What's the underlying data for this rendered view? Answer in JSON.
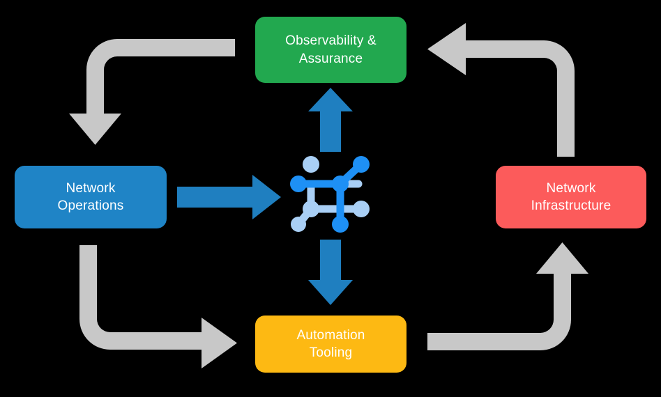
{
  "diagram": {
    "title": "Network automation lifecycle loop",
    "background_color": "#000000",
    "nodes": [
      {
        "id": "observability",
        "label": "Observability &\nAssurance",
        "color": "#22A84F",
        "position": "top"
      },
      {
        "id": "operations",
        "label": "Network\nOperations",
        "color": "#1F84C6",
        "position": "left"
      },
      {
        "id": "infrastructure",
        "label": "Network\nInfrastructure",
        "color": "#FC5B5B",
        "position": "right"
      },
      {
        "id": "automation",
        "label": "Automation\nTooling",
        "color": "#FDB913",
        "position": "bottom"
      }
    ],
    "hub": {
      "name": "network-topology-icon",
      "color_primary": "#1E90F5",
      "color_secondary": "#A9CFF5"
    },
    "connectors": [
      {
        "id": "ops-to-hub",
        "type": "straight",
        "direction": "right",
        "color": "#1F7FC0"
      },
      {
        "id": "hub-to-observability",
        "type": "straight",
        "direction": "up",
        "color": "#1F7FC0"
      },
      {
        "id": "hub-to-automation",
        "type": "straight",
        "direction": "down",
        "color": "#1F7FC0"
      },
      {
        "id": "observability-to-operations",
        "type": "elbow",
        "direction": "down",
        "color": "#C8C8C8"
      },
      {
        "id": "infrastructure-to-observability",
        "type": "elbow",
        "direction": "left",
        "color": "#C8C8C8"
      },
      {
        "id": "operations-to-automation",
        "type": "elbow",
        "direction": "right",
        "color": "#C8C8C8"
      },
      {
        "id": "automation-to-infrastructure",
        "type": "elbow",
        "direction": "up",
        "color": "#C8C8C8"
      }
    ]
  }
}
